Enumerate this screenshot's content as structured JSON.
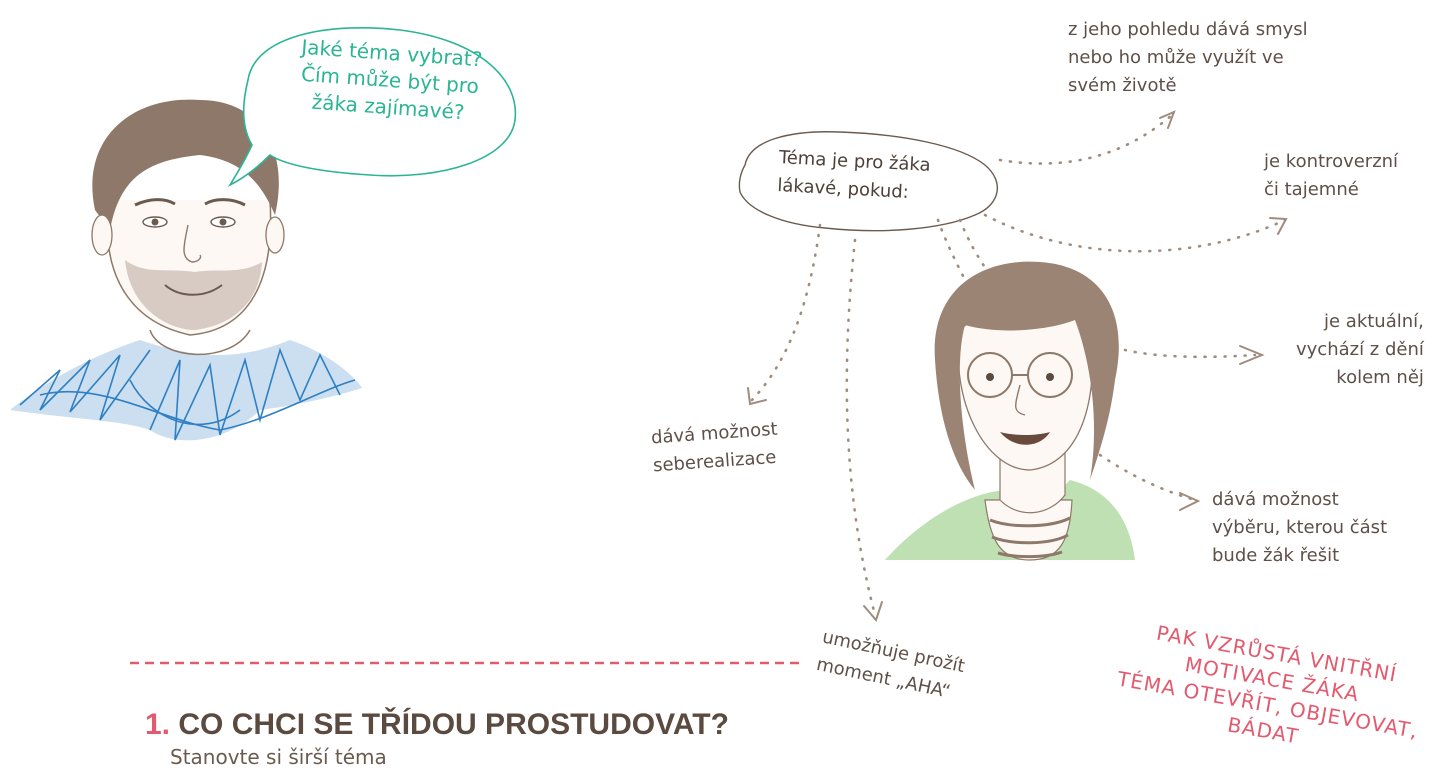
{
  "boy_bubble": {
    "lines": [
      "Jaké téma vybrat?",
      "Čím může být pro",
      "žáka zajímavé?"
    ]
  },
  "cloud": {
    "lines": [
      "Téma je pro žáka",
      "lákavé, pokud:"
    ]
  },
  "items": {
    "sense": {
      "lines": [
        "z jeho pohledu dává smysl",
        "nebo ho může využít ve",
        "svém životě"
      ]
    },
    "controversial": {
      "lines": [
        "je kontroverzní",
        "či tajemné"
      ]
    },
    "current": {
      "lines": [
        "je aktuální,",
        "vychází z dění",
        "kolem něj"
      ]
    },
    "choice": {
      "lines": [
        "dává možnost",
        "výběru, kterou část",
        "bude žák řešit"
      ]
    },
    "self": {
      "lines": [
        "dává možnost",
        "seberealizace"
      ]
    },
    "aha": {
      "lines": [
        "umožňuje prožít",
        "moment „AHA“"
      ]
    }
  },
  "conclusion": {
    "lines": [
      "PAK VZRŮSTÁ VNITŘNÍ",
      "MOTIVACE ŽÁKA",
      "TÉMA OTEVŘÍT, OBJEVOVAT,",
      "BÁDAT"
    ]
  },
  "section": {
    "number": "1.",
    "title": "CO CHCI SE TŘÍDOU PROSTUDOVAT?",
    "subtitle": "Stanovte si širší téma"
  },
  "colors": {
    "accent_green": "#2bb594",
    "accent_pink": "#e35a6e",
    "text_brown": "#5e5048",
    "dots": "#a08c7e",
    "shirt_blue": "#2f7fc4",
    "hair": "#8e786a",
    "cardigan": "#bfe0b3"
  }
}
